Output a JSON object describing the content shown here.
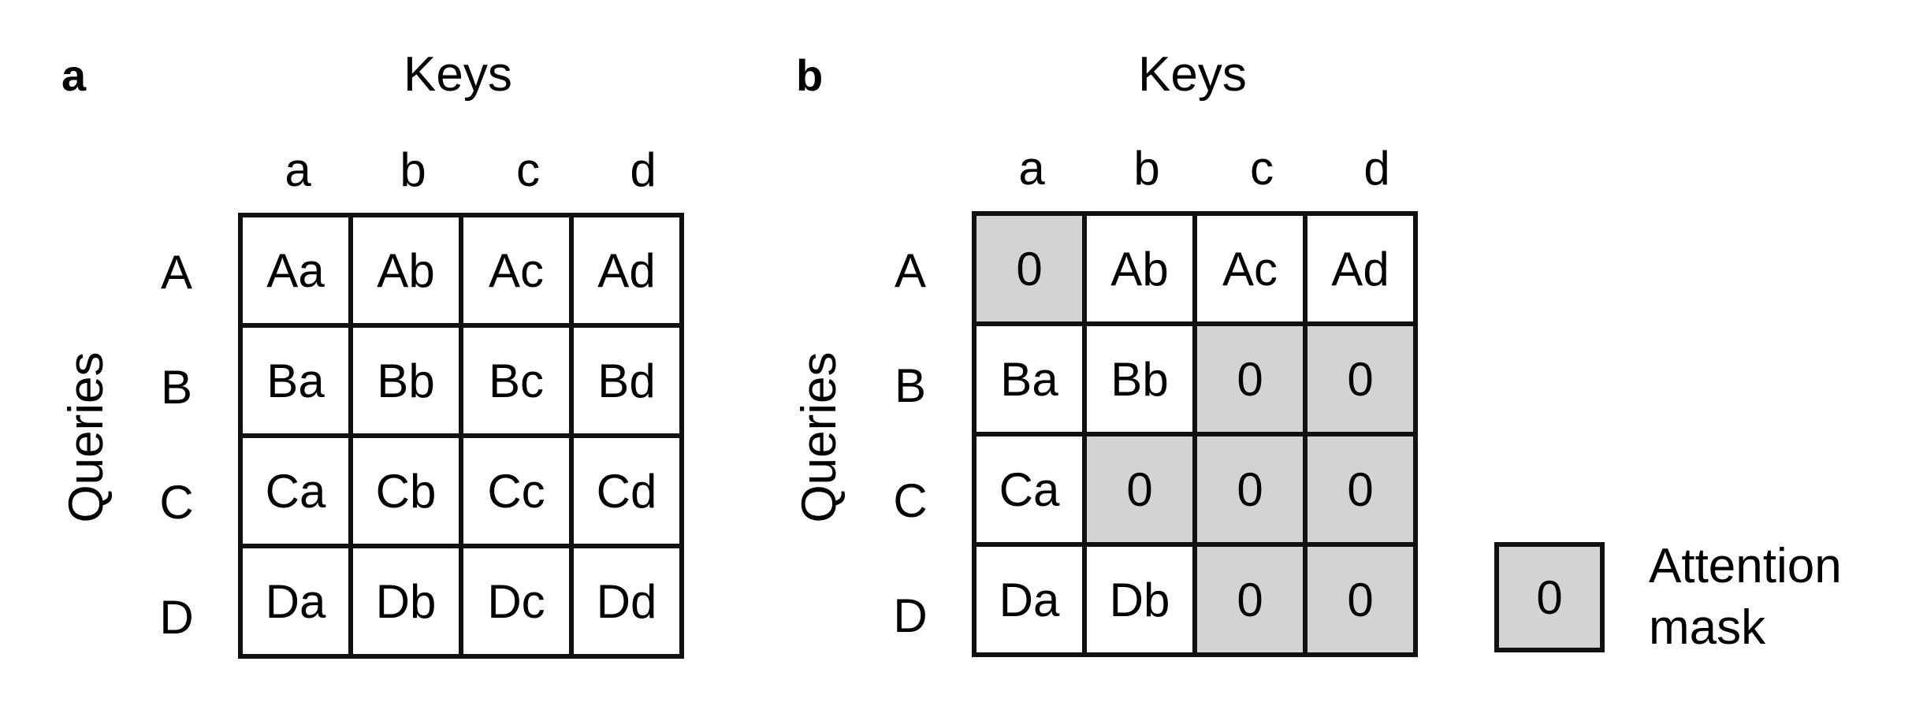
{
  "panel_a": {
    "letter": "a",
    "keys_title": "Keys",
    "queries_title": "Queries",
    "key_labels": [
      "a",
      "b",
      "c",
      "d"
    ],
    "query_labels": [
      "A",
      "B",
      "C",
      "D"
    ],
    "cells": [
      [
        {
          "text": "Aa",
          "masked": false
        },
        {
          "text": "Ab",
          "masked": false
        },
        {
          "text": "Ac",
          "masked": false
        },
        {
          "text": "Ad",
          "masked": false
        }
      ],
      [
        {
          "text": "Ba",
          "masked": false
        },
        {
          "text": "Bb",
          "masked": false
        },
        {
          "text": "Bc",
          "masked": false
        },
        {
          "text": "Bd",
          "masked": false
        }
      ],
      [
        {
          "text": "Ca",
          "masked": false
        },
        {
          "text": "Cb",
          "masked": false
        },
        {
          "text": "Cc",
          "masked": false
        },
        {
          "text": "Cd",
          "masked": false
        }
      ],
      [
        {
          "text": "Da",
          "masked": false
        },
        {
          "text": "Db",
          "masked": false
        },
        {
          "text": "Dc",
          "masked": false
        },
        {
          "text": "Dd",
          "masked": false
        }
      ]
    ]
  },
  "panel_b": {
    "letter": "b",
    "keys_title": "Keys",
    "queries_title": "Queries",
    "key_labels": [
      "a",
      "b",
      "c",
      "d"
    ],
    "query_labels": [
      "A",
      "B",
      "C",
      "D"
    ],
    "cells": [
      [
        {
          "text": "0",
          "masked": true
        },
        {
          "text": "Ab",
          "masked": false
        },
        {
          "text": "Ac",
          "masked": false
        },
        {
          "text": "Ad",
          "masked": false
        }
      ],
      [
        {
          "text": "Ba",
          "masked": false
        },
        {
          "text": "Bb",
          "masked": false
        },
        {
          "text": "0",
          "masked": true
        },
        {
          "text": "0",
          "masked": true
        }
      ],
      [
        {
          "text": "Ca",
          "masked": false
        },
        {
          "text": "0",
          "masked": true
        },
        {
          "text": "0",
          "masked": true
        },
        {
          "text": "0",
          "masked": true
        }
      ],
      [
        {
          "text": "Da",
          "masked": false
        },
        {
          "text": "Db",
          "masked": false
        },
        {
          "text": "0",
          "masked": true
        },
        {
          "text": "0",
          "masked": true
        }
      ]
    ]
  },
  "legend": {
    "swatch_text": "0",
    "label_line1": "Attention",
    "label_line2": "mask"
  },
  "colors": {
    "mask_fill": "#d3d3d3",
    "cell_fill": "#ffffff",
    "border": "#111111"
  }
}
